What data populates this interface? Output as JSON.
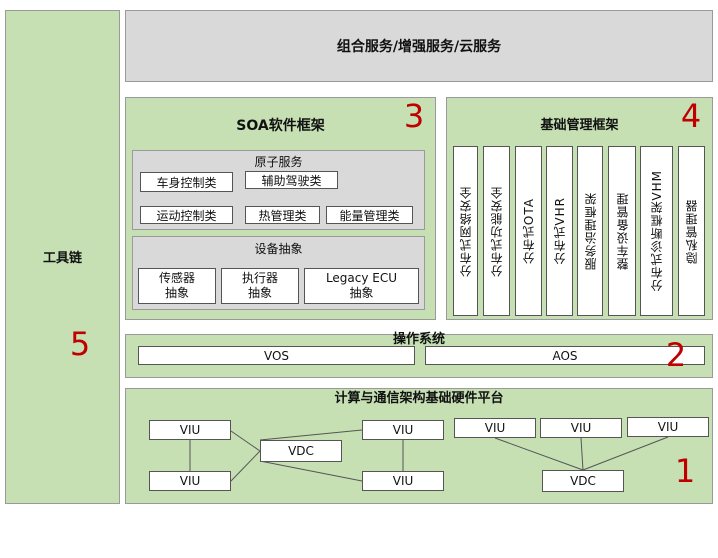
{
  "toolchain": {
    "label": "工具链",
    "number": "5"
  },
  "top_services": {
    "label": "组合服务/增强服务/云服务"
  },
  "soa": {
    "title": "SOA软件框架",
    "number": "3",
    "atomic": {
      "title": "原子服务",
      "items": [
        "车身控制类",
        "辅助驾驶类",
        "运动控制类",
        "热管理类",
        "能量管理类"
      ]
    },
    "device": {
      "title": "设备抽象",
      "items": [
        "传感器\n抽象",
        "执行器\n抽象",
        "Legacy ECU\n抽象"
      ]
    }
  },
  "basic_mgmt": {
    "title": "基础管理框架",
    "number": "4",
    "items": [
      "分布式网络安全",
      "分布式功能安全",
      "分布式OTA",
      "分布式VHR",
      "服务治理框架",
      "整车设备管理",
      "分布式诊断框架VHM",
      "隐私管理器"
    ]
  },
  "os": {
    "title": "操作系统",
    "number": "2",
    "items": [
      "VOS",
      "AOS"
    ]
  },
  "hardware": {
    "title": "计算与通信架构基础硬件平台",
    "number": "1",
    "left": {
      "viu_tl": "VIU",
      "viu_tr": "VIU",
      "vdc": "VDC",
      "viu_bl": "VIU",
      "viu_br": "VIU"
    },
    "right": {
      "viu_1": "VIU",
      "viu_2": "VIU",
      "viu_3": "VIU",
      "vdc": "VDC"
    }
  }
}
